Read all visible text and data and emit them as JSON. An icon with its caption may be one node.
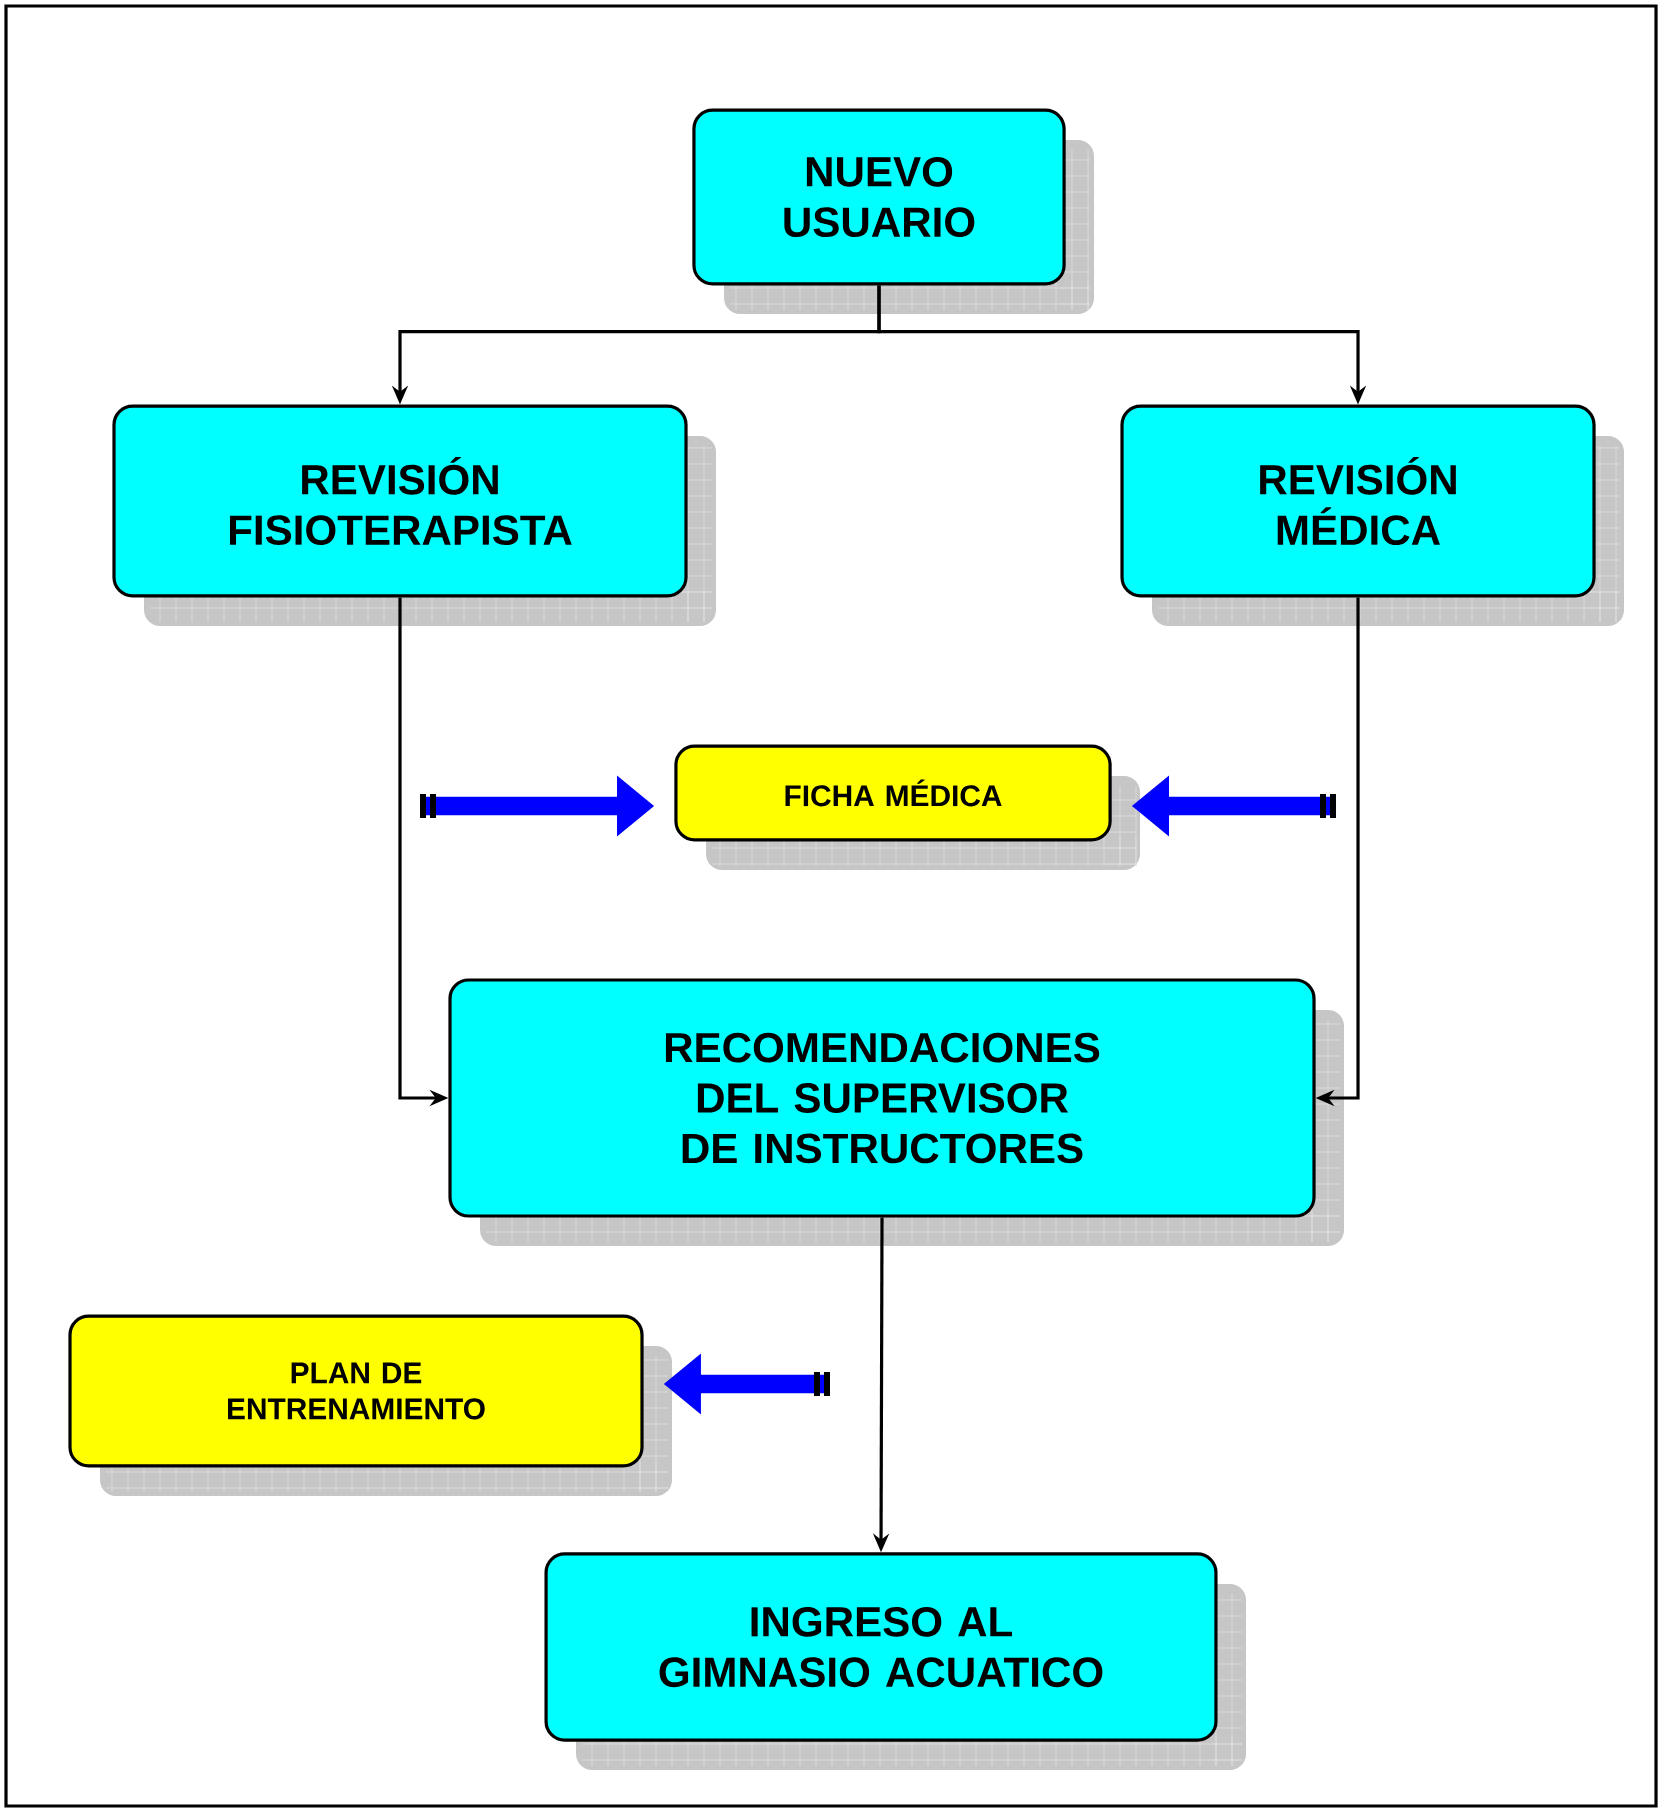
{
  "diagram": {
    "nodes": [
      {
        "text": [
          "NUEVO USUARIO"
        ]
      },
      {
        "text": [
          "REVISIÓN FISIOTERAPISTA"
        ]
      },
      {
        "text": [
          "REVISIÓN MÉDICA"
        ]
      },
      {
        "text": [
          "FICHA MÉDICA"
        ]
      },
      {
        "text": [
          "RECOMENDACIONES DEL SUPERVISOR DE INSTRUCTORES"
        ]
      },
      {
        "text": [
          "PLAN DE ENTRENAMIENTO"
        ]
      },
      {
        "text": [
          "INGRESO AL GIMNASIO ACUATICO"
        ]
      }
    ],
    "edges": [
      {
        "from": 0,
        "to": 1,
        "arrow": "to"
      },
      {
        "from": 0,
        "to": 2,
        "arrow": "to"
      },
      {
        "from": 1,
        "to": 4,
        "arrow": "to"
      },
      {
        "from": 2,
        "to": 4,
        "arrow": "to"
      },
      {
        "from": null,
        "to": 3,
        "arrow": "to",
        "style": "thick",
        "color": "#0000ff"
      },
      {
        "from": null,
        "to": 3,
        "arrow": "to",
        "style": "thick",
        "color": "#0000ff"
      },
      {
        "from": 4,
        "to": 6,
        "arrow": "to"
      },
      {
        "from": null,
        "to": 5,
        "arrow": "to",
        "style": "thick",
        "color": "#0000ff"
      }
    ]
  }
}
